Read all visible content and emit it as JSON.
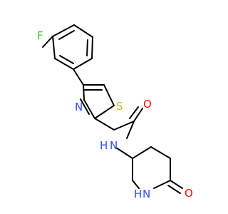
{
  "molecule": {
    "atoms": {
      "fluorine": "F",
      "sulfur": "S",
      "thiazole_nitrogen": "N",
      "carbonyl_oxygen": "O",
      "amide_nitrogen": "N",
      "amide_hydrogen": "H",
      "ring_nh_hydrogen": "H",
      "ring_nh_nitrogen": "N",
      "lactam_oxygen": "O"
    },
    "colors": {
      "bond": "#000000",
      "fluorine": "#33cc33",
      "sulfur": "#c6c600",
      "nitrogen": "#3050f8",
      "oxygen": "#ff0d0d"
    }
  }
}
